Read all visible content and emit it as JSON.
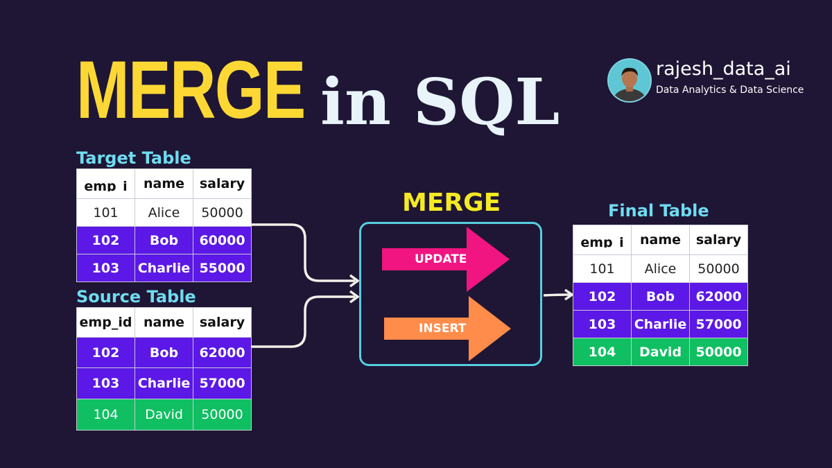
{
  "title": {
    "merge": "MERGE",
    "rest": "in SQL"
  },
  "profile": {
    "name": "rajesh_data_ai",
    "tagline": "Data Analytics & Data Science",
    "avatar_icon": "person-avatar-icon"
  },
  "tables": {
    "target": {
      "label": "Target Table",
      "headers": [
        "emp_i",
        "name",
        "salary"
      ],
      "rows": [
        {
          "cells": [
            "101",
            "Alice",
            "50000"
          ],
          "status": "plain"
        },
        {
          "cells": [
            "102",
            "Bob",
            "60000"
          ],
          "status": "update"
        },
        {
          "cells": [
            "103",
            "Charlie",
            "55000"
          ],
          "status": "update"
        }
      ]
    },
    "source": {
      "label": "Source Table",
      "headers": [
        "emp_id",
        "name",
        "salary"
      ],
      "rows": [
        {
          "cells": [
            "102",
            "Bob",
            "62000"
          ],
          "status": "update"
        },
        {
          "cells": [
            "103",
            "Charlie",
            "57000"
          ],
          "status": "update"
        },
        {
          "cells": [
            "104",
            "David",
            "50000"
          ],
          "status": "insert"
        }
      ]
    },
    "final": {
      "label": "Final Table",
      "headers": [
        "emp_i",
        "name",
        "salary"
      ],
      "rows": [
        {
          "cells": [
            "101",
            "Alice",
            "50000"
          ],
          "status": "plain"
        },
        {
          "cells": [
            "102",
            "Bob",
            "62000"
          ],
          "status": "update"
        },
        {
          "cells": [
            "103",
            "Charlie",
            "57000"
          ],
          "status": "update"
        },
        {
          "cells": [
            "104",
            "David",
            "50000"
          ],
          "status": "insert"
        }
      ]
    }
  },
  "merge_box": {
    "heading": "MERGE",
    "update_label": "UPDATE",
    "insert_label": "INSERT"
  },
  "colors": {
    "background": "#1f1635",
    "title_yellow": "#fdd835",
    "label_cyan": "#6fdcf0",
    "update_purple": "#5b18e6",
    "insert_green": "#0fbf62",
    "update_arrow": "#f01580",
    "insert_arrow": "#ff8c4a",
    "box_border": "#55cfe0"
  }
}
